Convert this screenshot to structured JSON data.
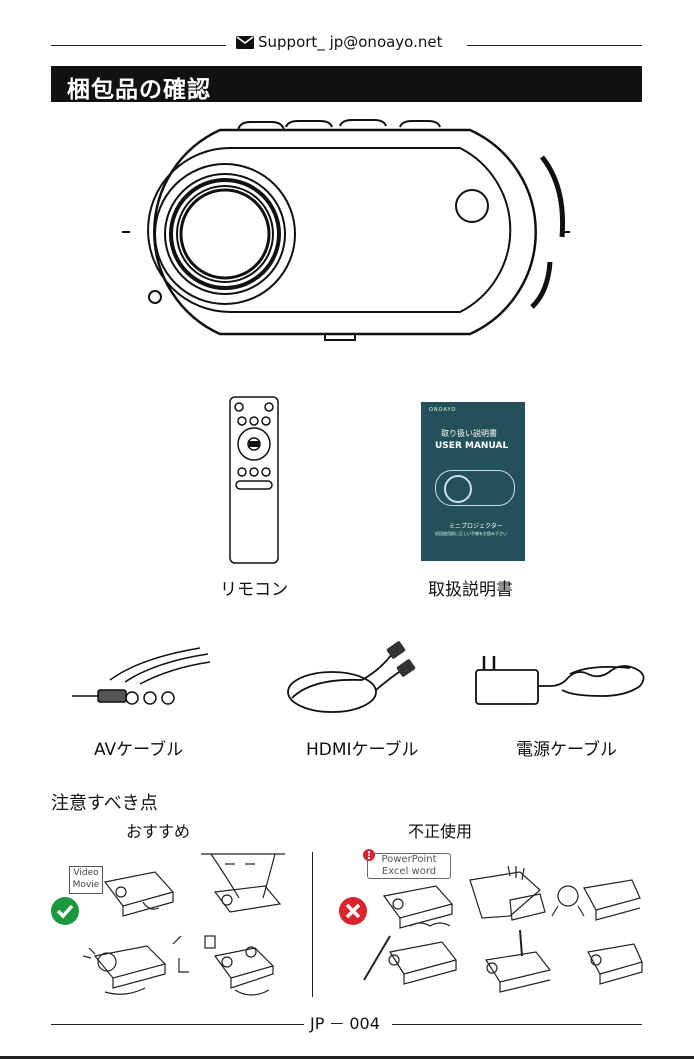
{
  "header": {
    "support_text": "Support_ jp@onoayo.net",
    "icon": "mail-icon"
  },
  "section_title": "梱包品の確認",
  "items": [
    {
      "label": "リモコン",
      "icon": "remote-control"
    },
    {
      "label": "取扱説明書",
      "icon": "user-manual"
    },
    {
      "label": "AVケーブル",
      "icon": "av-cable"
    },
    {
      "label": "HDMIケーブル",
      "icon": "hdmi-cable"
    },
    {
      "label": "電源ケーブル",
      "icon": "power-cable"
    }
  ],
  "manual": {
    "brand": "ONOAYO",
    "title_jp": "取り扱い説明書",
    "title_en": "USER MANUAL",
    "product": "ミニプロジェクター",
    "note": "初回使用前に正しい手順をお読み下さい"
  },
  "caution": {
    "title": "注意すべき点",
    "recommended": "おすすめ",
    "misuse": "不正使用",
    "recommended_tags": [
      "Video",
      "Movie"
    ],
    "misuse_tags": [
      "PowerPoint",
      "Excel word"
    ]
  },
  "footer": {
    "region": "JP",
    "separator": "—",
    "page": "004"
  },
  "colors": {
    "title_bar": "#111111",
    "ok": "#1a9a3c",
    "ng": "#d9232d"
  }
}
